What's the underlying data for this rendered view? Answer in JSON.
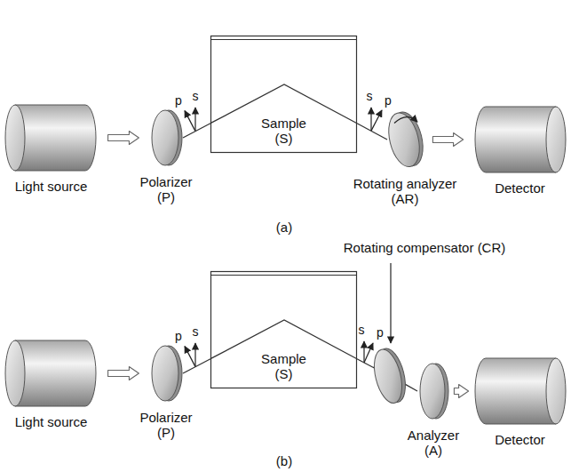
{
  "diagram": {
    "nodes": [
      {
        "text": [
          "Light source"
        ]
      },
      {
        "text": [
          "Polarizer (P)"
        ]
      },
      {
        "text": [
          "Sample (S)"
        ]
      },
      {
        "text": [
          "Rotating analyzer (AR)"
        ]
      },
      {
        "text": [
          "Detector"
        ]
      },
      {
        "text": [
          "Light source"
        ]
      },
      {
        "text": [
          "Polarizer (P)"
        ]
      },
      {
        "text": [
          "Sample (S)"
        ]
      },
      {
        "text": [
          "Rotating compensator (CR)"
        ]
      },
      {
        "text": [
          "Analyzer (A)"
        ]
      },
      {
        "text": [
          "Detector"
        ]
      }
    ],
    "edges": [
      {
        "from": 0,
        "to": 1,
        "arrow": "to"
      },
      {
        "from": 1,
        "to": 2,
        "arrow": "none"
      },
      {
        "from": 2,
        "to": 3,
        "arrow": "none"
      },
      {
        "from": 3,
        "to": 4,
        "arrow": "to"
      },
      {
        "from": 5,
        "to": 6,
        "arrow": "to"
      },
      {
        "from": 6,
        "to": 7,
        "arrow": "none"
      },
      {
        "from": 7,
        "to": 8,
        "arrow": "none"
      },
      {
        "from": 8,
        "to": 9,
        "arrow": "none"
      },
      {
        "from": 9,
        "to": 10,
        "arrow": "to"
      }
    ],
    "labels": [
      "s",
      "p",
      "s",
      "p",
      "(a)",
      "s",
      "p",
      "s",
      "p",
      "(b)"
    ]
  }
}
